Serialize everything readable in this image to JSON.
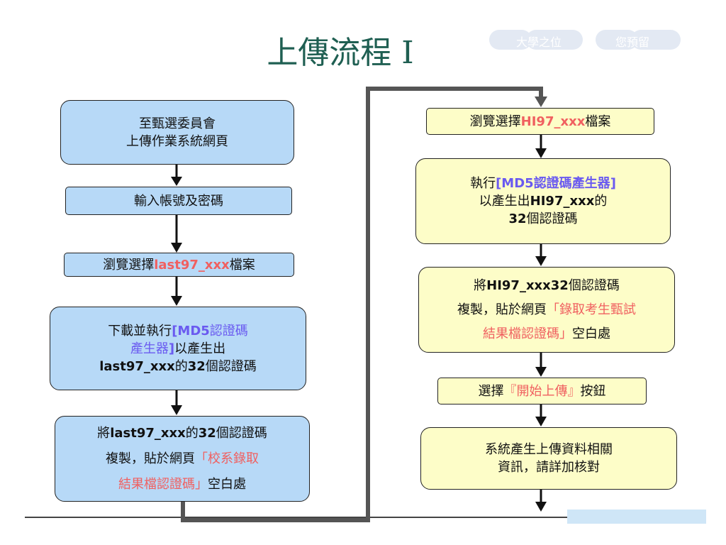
{
  "title": "上傳流程 I",
  "logo": {
    "text1": "大學之位",
    "text2": "您預留"
  },
  "left": {
    "step1": {
      "line1": "至甄選委員會",
      "line2": "上傳作業系統網頁"
    },
    "step2": {
      "text": "輸入帳號及密碼"
    },
    "step3": {
      "prefix": "瀏覽選擇",
      "file": "last97_xxx",
      "suffix": "檔案"
    },
    "step4": {
      "l1_a": "下載並執行",
      "l1_b": "[MD5",
      "l1_c": "認證碼",
      "l2_a": "產生器",
      "l2_b": "]",
      "l2_c": "以產生出",
      "l3_a": "last97_xxx",
      "l3_b": "的",
      "l3_c": "32",
      "l3_d": "個認證碼"
    },
    "step5": {
      "l1_a": "將",
      "l1_b": "last97_xxx",
      "l1_c": "的",
      "l1_d": "32",
      "l1_e": "個認證碼",
      "l2_a": "複製，貼於網頁",
      "l2_b": "「校系錄取",
      "l3_a": "結果檔認證碼」",
      "l3_b": "空白處"
    }
  },
  "right": {
    "step1": {
      "prefix": "瀏覽選擇",
      "file": "HI97_xxx",
      "suffix": "檔案"
    },
    "step2": {
      "l1_a": "執行",
      "l1_b": "[MD5",
      "l1_c": "認證碼產生器",
      "l1_d": "]",
      "l2_a": "以產生出",
      "l2_b": "HI97_xxx",
      "l2_c": "的",
      "l3_a": "32",
      "l3_b": "個認證碼"
    },
    "step3": {
      "l1_a": "將",
      "l1_b": "HI97_xxx32",
      "l1_c": "個認證碼",
      "l2_a": "複製，貼於網頁",
      "l2_b": "「錄取考生甄試",
      "l3_a": "結果檔認證碼」",
      "l3_b": "空白處"
    },
    "step4": {
      "prefix": "選擇",
      "quote": "『開始上傳』",
      "suffix": "按鈕"
    },
    "step5": {
      "line1": "系統產生上傳資料相關",
      "line2": "資訊，請詳加核對"
    }
  }
}
